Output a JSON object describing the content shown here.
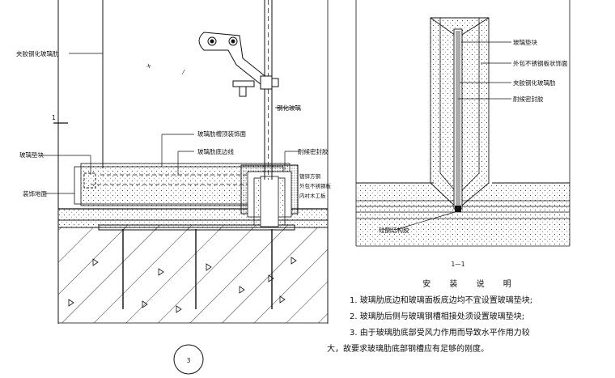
{
  "left_labels": {
    "clip_glass_fin": "夹胶钢化玻璃肋",
    "section_mark": "1",
    "fin_groove_top_finish": "玻璃肋槽顶装饰面",
    "fin_bottom_edge_line": "玻璃肋底边线",
    "glass_pad": "玻璃垫块",
    "tempered_glass": "钢化玻璃",
    "weather_sealant": "耐候密封胶",
    "galvanized_steel": "镀锌方钢",
    "stainless_wrap": "外包不锈钢板",
    "wood_lining": "内衬木工板",
    "finish_floor": "装饰地面",
    "detail_number": "3"
  },
  "right_labels": {
    "glass_pad": "玻璃垫块",
    "stainless_finish": "外包不锈钢板状饰面",
    "clip_glass_fin": "夹胶钢化玻璃肋",
    "weather_sealant": "耐候密封胶",
    "structural_sealant": "硅酮结构胶",
    "section_title": "1—1"
  },
  "notes": {
    "title": "安 装 说 明",
    "items": [
      "1. 玻璃肋底边和玻璃面板底边均不宜设置玻璃垫块;",
      "2. 玻璃肋后侧与玻璃钢槽相接处须设置玻璃垫块;",
      "3. 由于玻璃肋底部受风力作用而导致水平作用力较"
    ],
    "item3_cont": "大，故要求玻璃肋底部钢槽应有足够的刚度。"
  }
}
